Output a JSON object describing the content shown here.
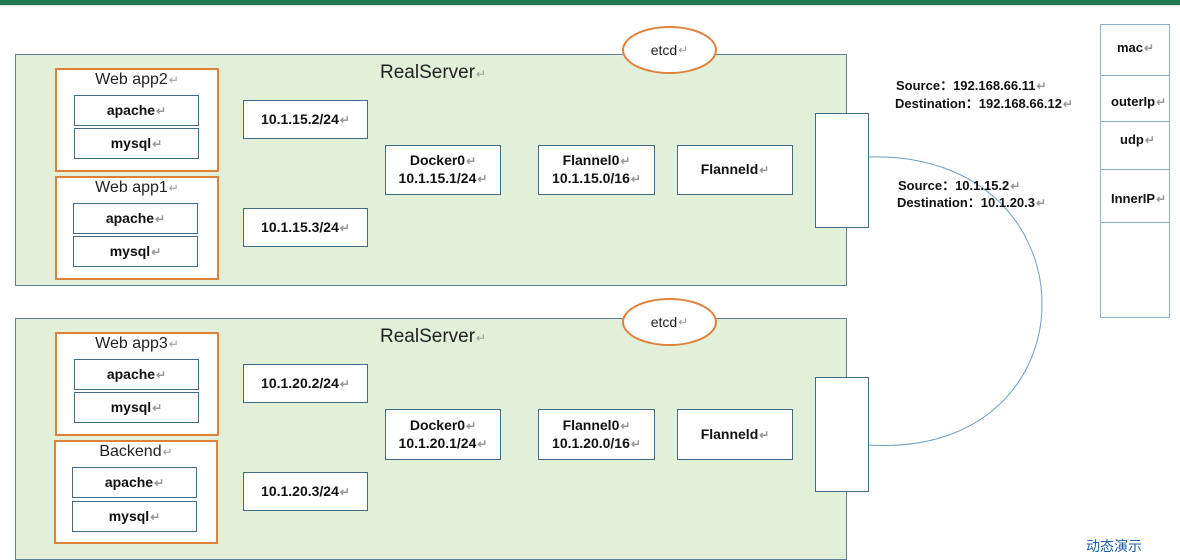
{
  "servers": [
    {
      "title": "RealServer",
      "etcd": "etcd",
      "apps": [
        {
          "title": "Web app2",
          "services": [
            "apache",
            "mysql"
          ]
        },
        {
          "title": "Web app1",
          "services": [
            "apache",
            "mysql"
          ]
        }
      ],
      "ips": [
        "10.1.15.2/24",
        "10.1.15.3/24"
      ],
      "docker": {
        "name": "Docker0",
        "ip": "10.1.15.1/24"
      },
      "flannel0": {
        "name": "Flannel0",
        "ip": "10.1.15.0/16"
      },
      "flanneld": "Flanneld"
    },
    {
      "title": "RealServer",
      "etcd": "etcd",
      "apps": [
        {
          "title": "Web app3",
          "services": [
            "apache",
            "mysql"
          ]
        },
        {
          "title": "Backend",
          "services": [
            "apache",
            "mysql"
          ]
        }
      ],
      "ips": [
        "10.1.20.2/24",
        "10.1.20.3/24"
      ],
      "docker": {
        "name": "Docker0",
        "ip": "10.1.20.1/24"
      },
      "flannel0": {
        "name": "Flannel0",
        "ip": "10.1.20.0/16"
      },
      "flanneld": "Flanneld"
    }
  ],
  "outer_header": {
    "source": "Source：192.168.66.11",
    "destination": "Destination：192.168.66.12"
  },
  "inner_header": {
    "source": "Source：10.1.15.2",
    "destination": "Destination：10.1.20.3"
  },
  "packet": {
    "fields": [
      "mac",
      "outerIp",
      "udp",
      "InnerIP"
    ]
  },
  "corner_text": "动态演示",
  "colors": {
    "server_fill": "#e2efd9",
    "app_border": "#e0813a",
    "line": "#6f9fc0"
  }
}
